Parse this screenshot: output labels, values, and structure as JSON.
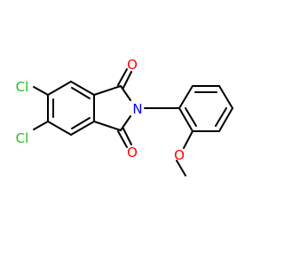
{
  "molecule": {
    "atoms": {
      "cl_top": "Cl",
      "cl_bottom": "Cl",
      "n": "N",
      "o_top": "O",
      "o_bottom": "O",
      "o_methoxy": "O"
    },
    "colors": {
      "bond": "#000000",
      "chlorine": "#1fc01f",
      "nitrogen": "#0000ff",
      "oxygen": "#ff0000",
      "background": "#ffffff"
    }
  }
}
